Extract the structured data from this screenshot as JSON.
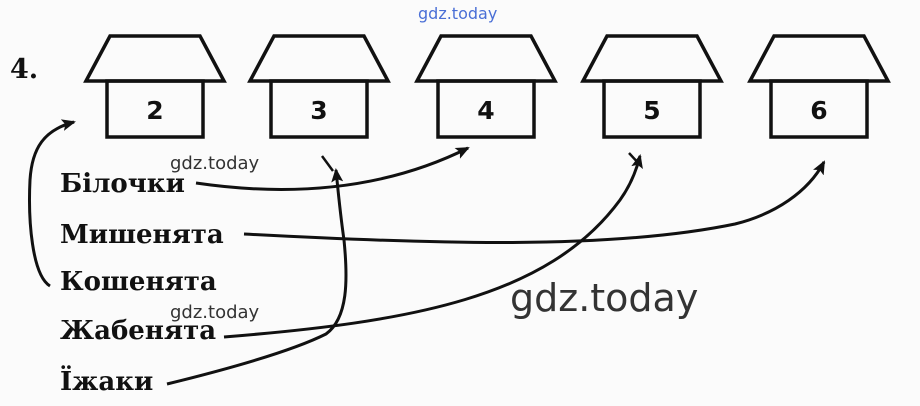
{
  "task_number": "4.",
  "houses": [
    "2",
    "3",
    "4",
    "5",
    "6"
  ],
  "animals": [
    "Білочки",
    "Мишенята",
    "Кошенята",
    "Жабенята",
    "Їжаки"
  ],
  "watermarks": {
    "top": "gdz.today",
    "small_1": "gdz.today",
    "small_2": "gdz.today",
    "large": "gdz.today"
  },
  "colors": {
    "ink": "#111111",
    "watermark_blue": "#4a6fd6",
    "background": "#fbfbfb"
  }
}
